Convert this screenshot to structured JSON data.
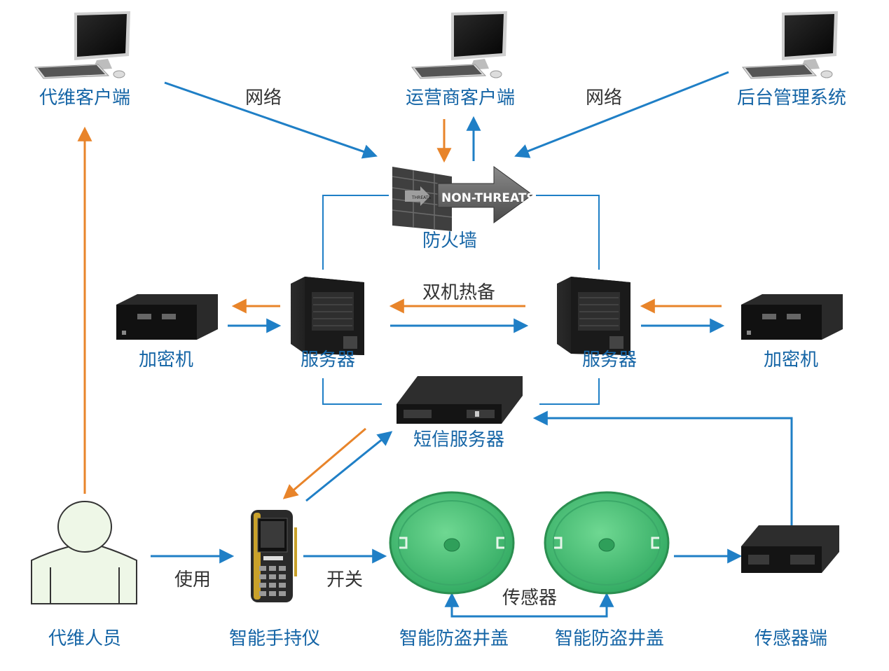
{
  "colors": {
    "blue_arrow": "#1f7fc6",
    "orange_arrow": "#e8842a",
    "label_blue": "#1565a6",
    "label_dark": "#333333",
    "manhole_green": "#4fc37a",
    "firewall_dark": "#3f3f3f"
  },
  "nodes": {
    "maint_client": "代维客户端",
    "operator_client": "运营商客户端",
    "backend_system": "后台管理系统",
    "firewall": "防火墙",
    "encryptor_left": "加密机",
    "server_left": "服务器",
    "server_right": "服务器",
    "encryptor_right": "加密机",
    "sms_server": "短信服务器",
    "maint_staff": "代维人员",
    "handheld": "智能手持仪",
    "manhole_left": "智能防盗井盖",
    "manhole_right": "智能防盗井盖",
    "sensor_end": "传感器端"
  },
  "edge_labels": {
    "network_left": "网络",
    "network_right": "网络",
    "hot_standby": "双机热备",
    "use": "使用",
    "switch": "开关",
    "sensor": "传感器"
  },
  "firewall_graphic": {
    "arrow_text": "NON-THREATS",
    "small_arrow_text": "THREATS"
  },
  "icons": {
    "computer": "desktop-computer-icon",
    "server": "tower-server-icon",
    "rack": "rack-server-icon",
    "person": "person-silhouette-icon",
    "handheld": "pda-scanner-icon",
    "manhole": "manhole-cover-icon",
    "firewall": "brick-wall-icon"
  }
}
